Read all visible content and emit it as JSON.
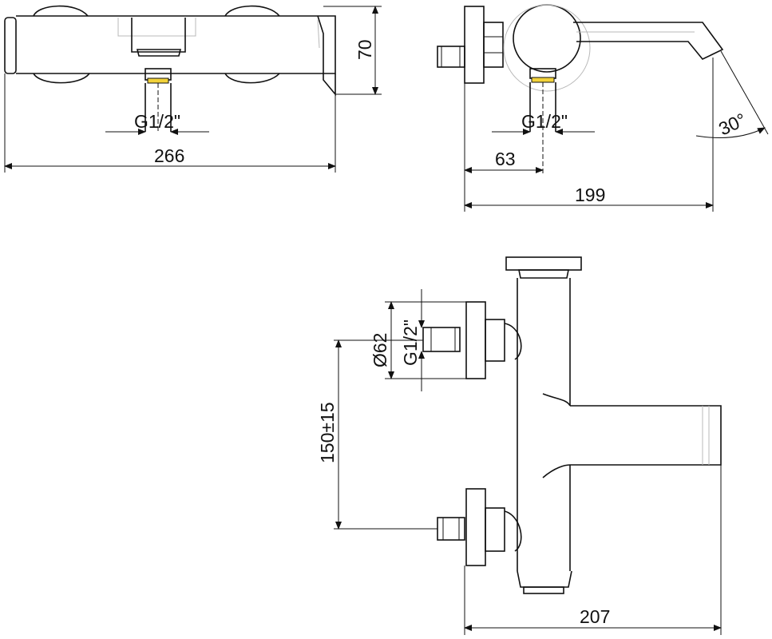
{
  "front_view": {
    "width_label": "266",
    "height_label": "70",
    "thread_label": "G1/2\""
  },
  "side_view": {
    "depth_label": "199",
    "offset_label": "63",
    "thread_label": "G1/2\"",
    "angle_label": "30°"
  },
  "top_view": {
    "flange_label": "Ø62",
    "thread_label": "G1/2\"",
    "centers_label": "150±15",
    "depth_label": "207"
  }
}
